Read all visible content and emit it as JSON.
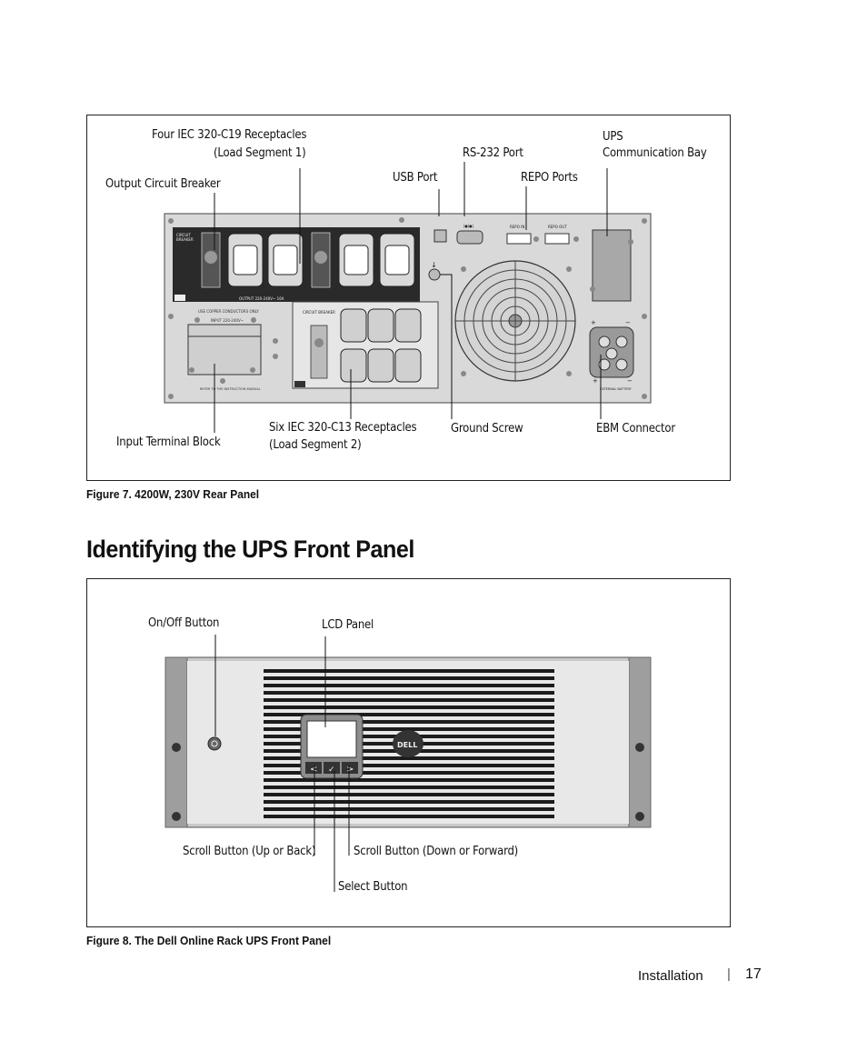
{
  "figure7": {
    "labels": {
      "c19_line1": "Four IEC 320-C19 Receptacles",
      "c19_line2": "(Load Segment 1)",
      "output_breaker": "Output Circuit Breaker",
      "usb_port": "USB Port",
      "rs232_port": "RS-232 Port",
      "repo_ports": "REPO Ports",
      "comm_bay_line1": "UPS",
      "comm_bay_line2": "Communication Bay",
      "input_terminal": "Input Terminal Block",
      "c13_line1": "Six IEC 320-C13 Receptacles",
      "c13_line2": "(Load Segment 2)",
      "ground_screw": "Ground Screw",
      "ebm_connector": "EBM Connector"
    },
    "caption": "Figure 7. 4200W, 230V Rear Panel"
  },
  "section_heading": "Identifying the UPS Front Panel",
  "figure8": {
    "labels": {
      "onoff_button": "On/Off Button",
      "lcd_panel": "LCD Panel",
      "scroll_up": "Scroll Button (Up or Back)",
      "scroll_down": "Scroll Button (Down or Forward)",
      "select_button": "Select Button"
    },
    "caption": "Figure 8. The Dell Online Rack UPS Front Panel"
  },
  "footer": {
    "section": "Installation",
    "separator": "|",
    "page_number": "17"
  }
}
